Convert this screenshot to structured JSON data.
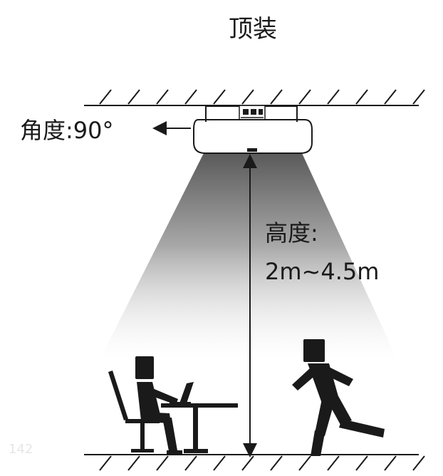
{
  "title": "顶装",
  "angle_label": "角度:90°",
  "height_label": "高度:",
  "height_value": "2m~4.5m",
  "corner_mark": "142",
  "colors": {
    "ink": "#1a1a1a",
    "beam_top": "#5a5a5a",
    "beam_bottom": "#ffffff",
    "background": "#ffffff"
  },
  "icons": {
    "sensor": "ceiling-sensor-icon",
    "sitting_person": "person-at-desk-icon",
    "running_person": "running-person-icon",
    "arrow": "arrow-left-icon"
  }
}
